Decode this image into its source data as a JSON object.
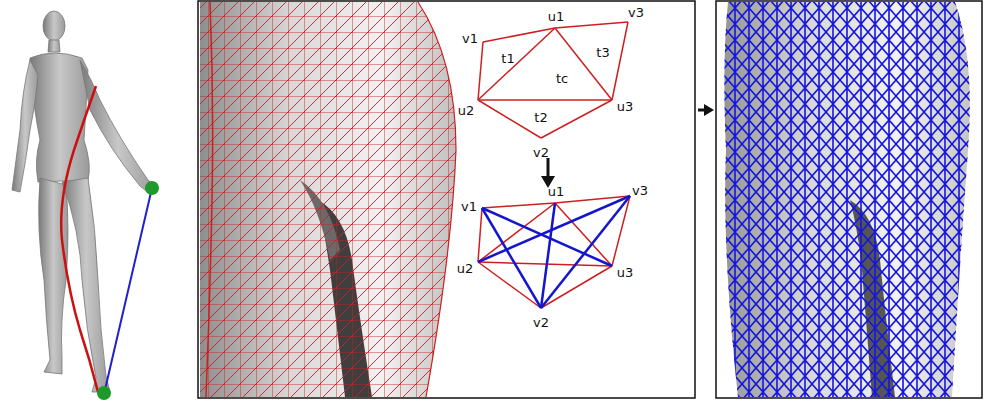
{
  "diagram": {
    "labels": [
      "v1",
      "u1",
      "v3",
      "t1",
      "tc",
      "t3",
      "u2",
      "u3",
      "t2",
      "v2",
      "v1",
      "u1",
      "v3",
      "u2",
      "u3",
      "v2"
    ]
  }
}
